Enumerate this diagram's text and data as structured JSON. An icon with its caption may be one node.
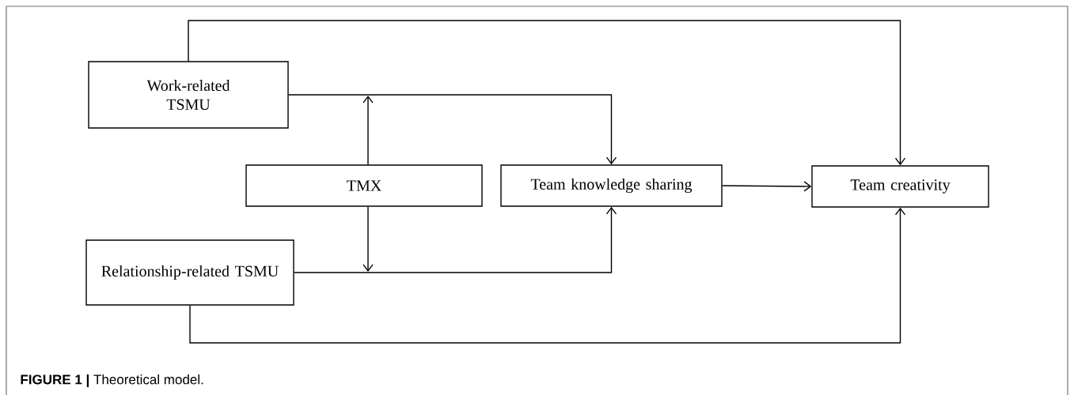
{
  "diagram": {
    "caption": "**FIGURE 1 |** Theoretical model.",
    "nodes": [
      {
        "text": [
          "Work-related TSMU"
        ]
      },
      {
        "text": [
          "TMX"
        ]
      },
      {
        "text": [
          "Team knowledge sharing"
        ]
      },
      {
        "text": [
          "Team creativity"
        ]
      },
      {
        "text": [
          "Relationship-related TSMU"
        ]
      }
    ],
    "edges": [
      {
        "from": 0,
        "to": 2,
        "arrow": "to"
      },
      {
        "from": 4,
        "to": 2,
        "arrow": "to"
      },
      {
        "from": 1,
        "to": null,
        "arrow": "to"
      },
      {
        "from": 1,
        "to": null,
        "arrow": "to"
      },
      {
        "from": 2,
        "to": 3,
        "arrow": "to"
      },
      {
        "from": 0,
        "to": 3,
        "arrow": "to"
      },
      {
        "from": 4,
        "to": 3,
        "arrow": "to"
      }
    ]
  }
}
